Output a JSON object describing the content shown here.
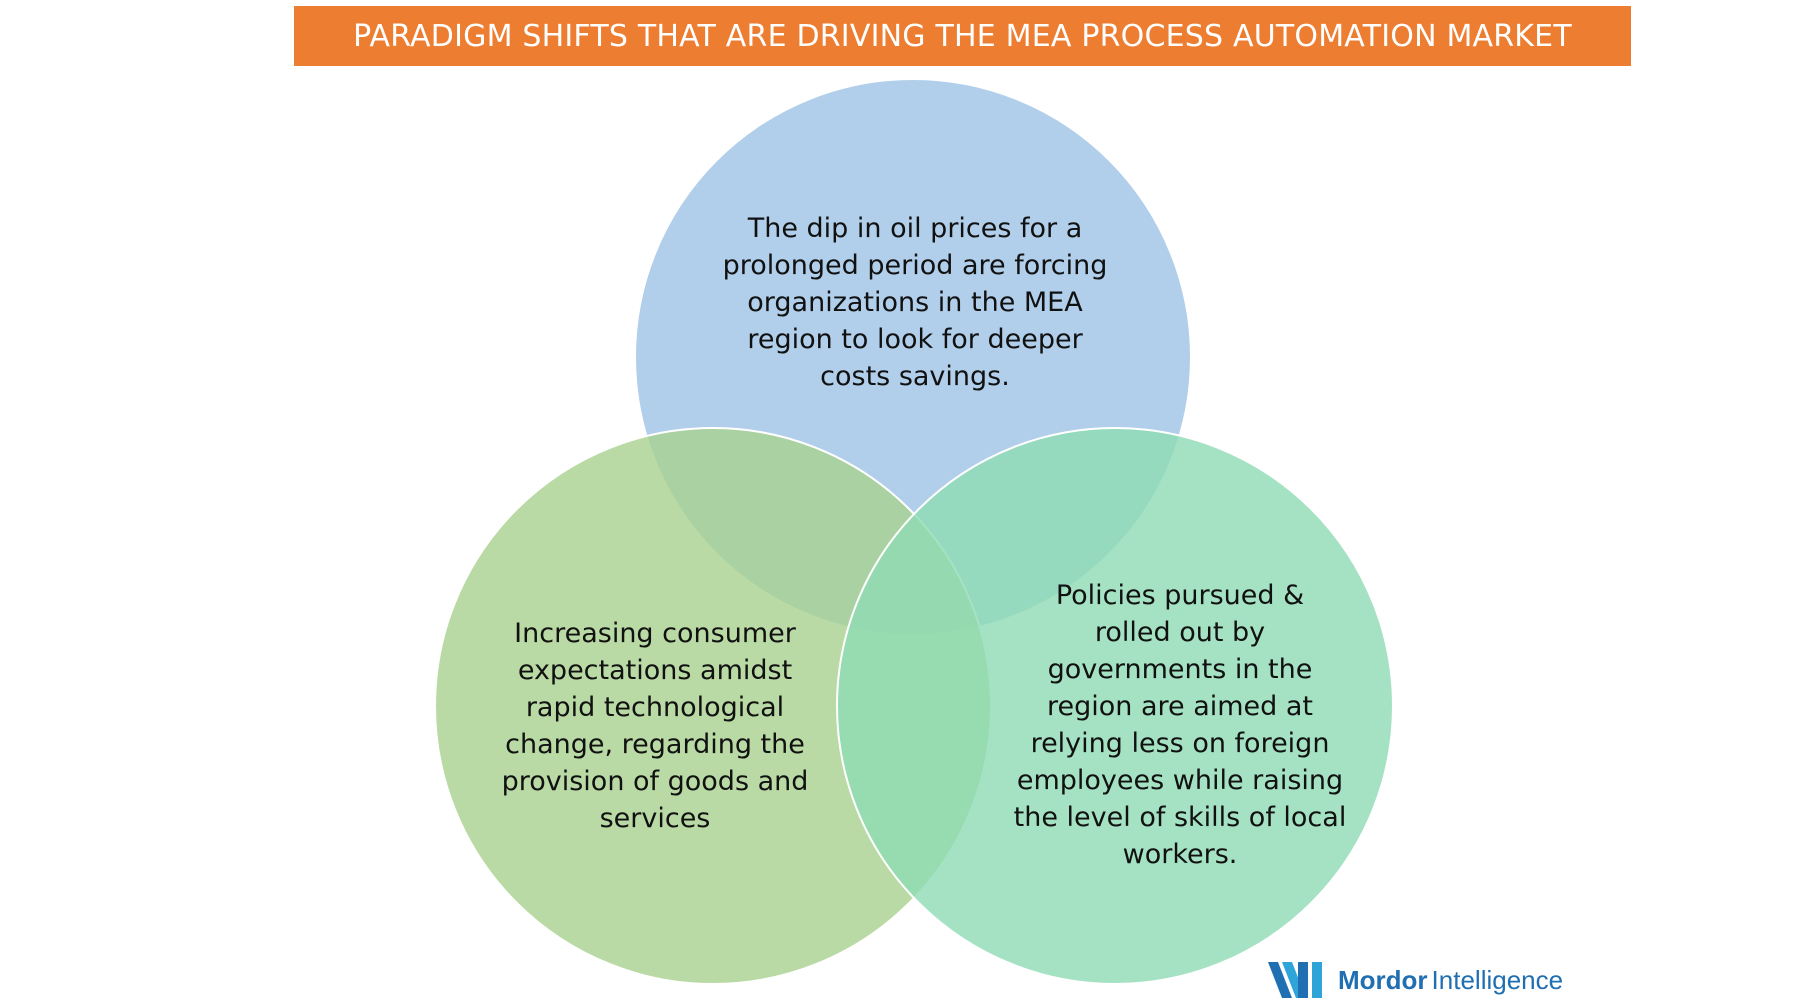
{
  "title": "PARADIGM SHIFTS THAT ARE DRIVING THE MEA PROCESS AUTOMATION MARKET",
  "colors": {
    "title_bg": "#ED7D31",
    "title_text": "#FFFFFF",
    "circle_top": "#9DC3E6",
    "circle_left": "#A9D18E",
    "circle_right": "#8FDBB4",
    "text": "#111111",
    "logo": "#1F6FB2"
  },
  "venn": {
    "top": {
      "text": "The dip in oil prices for a\nprolonged period are forcing\norganizations in the MEA\nregion to look for deeper\ncosts savings."
    },
    "left": {
      "text": "Increasing consumer\nexpectations amidst\nrapid technological\nchange, regarding the\nprovision of goods and\nservices"
    },
    "right": {
      "text": "Policies pursued &\nrolled out by\ngovernments in the\nregion are aimed at\nrelying less on foreign\nemployees while raising\nthe level of skills of local\nworkers."
    }
  },
  "logo": {
    "icon": "mordor-intelligence-logo-icon",
    "word1": "Mordor",
    "word2": "Intelligence"
  }
}
